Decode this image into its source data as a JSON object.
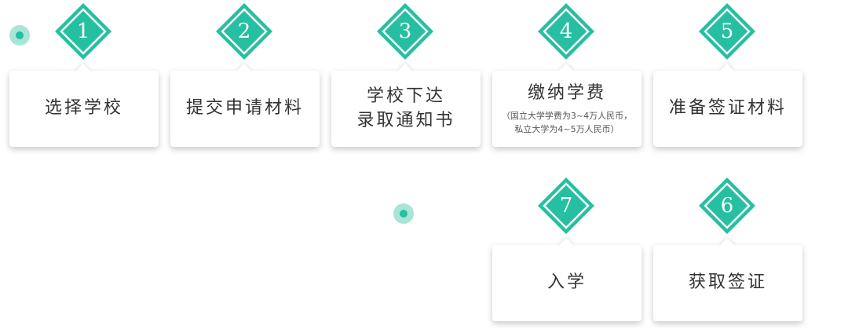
{
  "colors": {
    "accent": "#26bfa1",
    "dot_outer": "#a8e4d7"
  },
  "steps": [
    {
      "num": "1",
      "title": "选择学校",
      "note": ""
    },
    {
      "num": "2",
      "title": "提交申请材料",
      "note": ""
    },
    {
      "num": "3",
      "title": "学校下达\n录取通知书",
      "note": ""
    },
    {
      "num": "4",
      "title": "缴纳学费",
      "note": "（国立大学学费为3~4万人民币，\n私立大学为4~5万人民币）"
    },
    {
      "num": "5",
      "title": "准备签证材料",
      "note": ""
    },
    {
      "num": "6",
      "title": "获取签证",
      "note": ""
    },
    {
      "num": "7",
      "title": "入学",
      "note": ""
    }
  ]
}
